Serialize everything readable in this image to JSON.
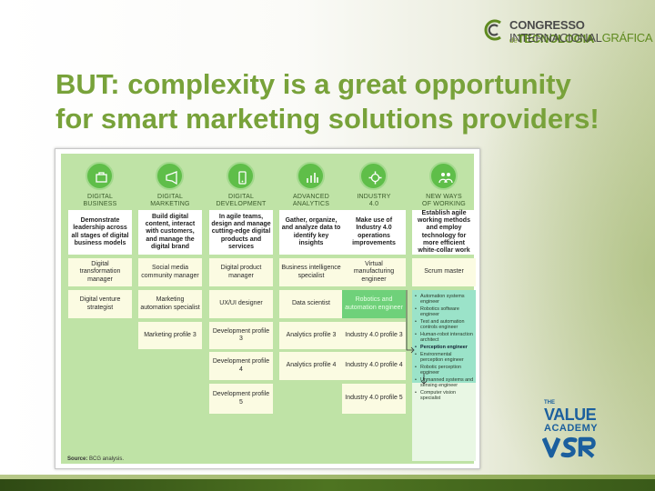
{
  "logo": {
    "line1": "CONGRESSO",
    "line1_small": "de",
    "line1_b": "TECNOLOGIA",
    "line2": "INTERNACIONAL",
    "line2_b": "GRÁFICA"
  },
  "title": {
    "line1": "BUT: complexity is a great opportunity",
    "line2": "for smart marketing solutions providers!"
  },
  "framework": {
    "columns": [
      {
        "icon": "business-icon",
        "label_lines": [
          "DIGITAL",
          "BUSINESS"
        ],
        "description": "Demonstrate leadership across all stages of digital business models",
        "roles": [
          "Digital transformation manager",
          "Digital venture strategist",
          "",
          "",
          ""
        ]
      },
      {
        "icon": "marketing-icon",
        "label_lines": [
          "DIGITAL",
          "MARKETING"
        ],
        "description": "Build digital content, interact with customers, and manage the digital brand",
        "roles": [
          "Social media community manager",
          "Marketing automation specialist",
          "Marketing profile 3",
          "",
          ""
        ]
      },
      {
        "icon": "development-icon",
        "label_lines": [
          "DIGITAL",
          "DEVELOPMENT"
        ],
        "description": "In agile teams, design and manage cutting-edge digital products and services",
        "roles": [
          "Digital product manager",
          "UX/UI designer",
          "Development profile 3",
          "Development profile 4",
          "Development profile 5"
        ]
      },
      {
        "icon": "analytics-icon",
        "label_lines": [
          "ADVANCED",
          "ANALYTICS"
        ],
        "description": "Gather, organize, and analyze data to identify key insights",
        "roles": [
          "Business intelligence specialist",
          "Data scientist",
          "Analytics profile 3",
          "Analytics profile 4",
          ""
        ]
      },
      {
        "icon": "industry-icon",
        "label_lines": [
          "INDUSTRY",
          "4.0"
        ],
        "description": "Make use of Industry 4.0 operations improvements",
        "roles": [
          "Virtual manufacturing engineer",
          "Robotics and automation engineer",
          "Industry 4.0 profile 3",
          "Industry 4.0 profile 4",
          "Industry 4.0 profile 5"
        ]
      },
      {
        "icon": "working-icon",
        "label_lines": [
          "NEW WAYS",
          "OF WORKING"
        ],
        "description": "Establish agile working methods and employ technology for more efficient white-collar work",
        "roles": [
          "Scrum master",
          "",
          "",
          "",
          ""
        ]
      }
    ],
    "specializations": [
      "Automation systems engineer",
      "Robotics software engineer",
      "Test and automation controls engineer",
      "Human-robot interaction architect",
      "Perception engineer",
      "Environmental perception engineer",
      "Robotic perception engineer",
      "Unmanned systems and sensing engineer",
      "Computer vision specialist"
    ],
    "source_label": "Source:",
    "source_text": "BCG analysis."
  },
  "value_academy": {
    "the": "THE",
    "value": "VALUE",
    "academy": "ACADEMY"
  },
  "colors": {
    "title": "#78a23a",
    "framework_bg": "#bfe3a6",
    "icon_fill": "#5fbe49",
    "highlight": "#6fd17a",
    "brand_blue": "#1b5f9e"
  }
}
